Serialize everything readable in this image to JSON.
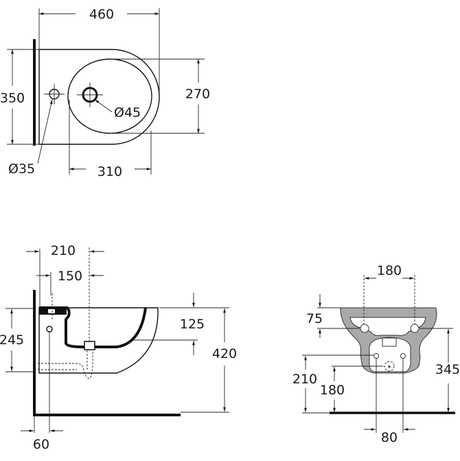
{
  "top_view": {
    "width": "460",
    "depth": "350",
    "bowl_depth": "270",
    "bowl_offset": "310",
    "tap_hole": "Ø35",
    "drain_hole": "Ø45"
  },
  "side_view": {
    "tap_to_waste": "210",
    "wall_to_tap": "150",
    "bowl_height": "125",
    "height": "420",
    "inlet_height": "245",
    "wall_to_inlet": "60"
  },
  "rear_view": {
    "fixing_centres": "180",
    "fixing_height": "75",
    "fixing_from_floor": "345",
    "inlet_from_floor": "210",
    "waste_from_floor": "180",
    "inlet_spacing": "80"
  },
  "colors": {
    "ceramic_gray": "#a9a9a9",
    "line": "#111111"
  }
}
